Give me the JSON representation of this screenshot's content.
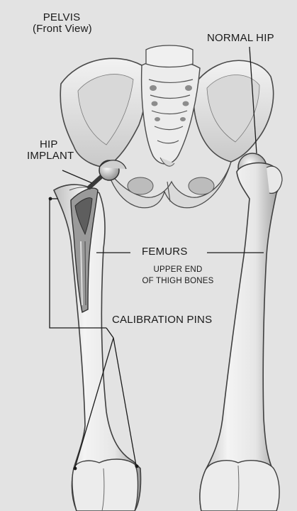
{
  "labels": {
    "pelvis_title": "PELVIS",
    "pelvis_view": "(Front View)",
    "normal_hip": "NORMAL HIP",
    "hip_implant_line1": "HIP",
    "hip_implant_line2": "IMPLANT",
    "femurs": "FEMURS",
    "femurs_sub1": "UPPER END",
    "femurs_sub2": "OF THIGH BONES",
    "calibration_pins": "CALIBRATION PINS"
  }
}
